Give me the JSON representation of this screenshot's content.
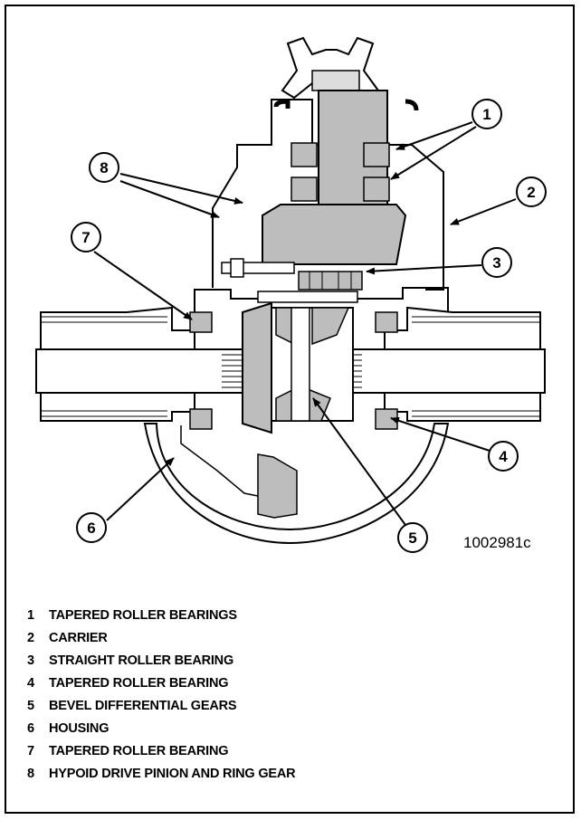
{
  "figure": {
    "id": "1002981c"
  },
  "callouts": [
    "1",
    "2",
    "3",
    "4",
    "5",
    "6",
    "7",
    "8"
  ],
  "legend": [
    {
      "num": "1",
      "label": "TAPERED ROLLER BEARINGS"
    },
    {
      "num": "2",
      "label": "CARRIER"
    },
    {
      "num": "3",
      "label": "STRAIGHT ROLLER BEARING"
    },
    {
      "num": "4",
      "label": "TAPERED ROLLER BEARING"
    },
    {
      "num": "5",
      "label": "BEVEL DIFFERENTIAL GEARS"
    },
    {
      "num": "6",
      "label": "HOUSING"
    },
    {
      "num": "7",
      "label": "TAPERED ROLLER BEARING"
    },
    {
      "num": "8",
      "label": "HYPOID DRIVE PINION AND RING GEAR"
    }
  ]
}
